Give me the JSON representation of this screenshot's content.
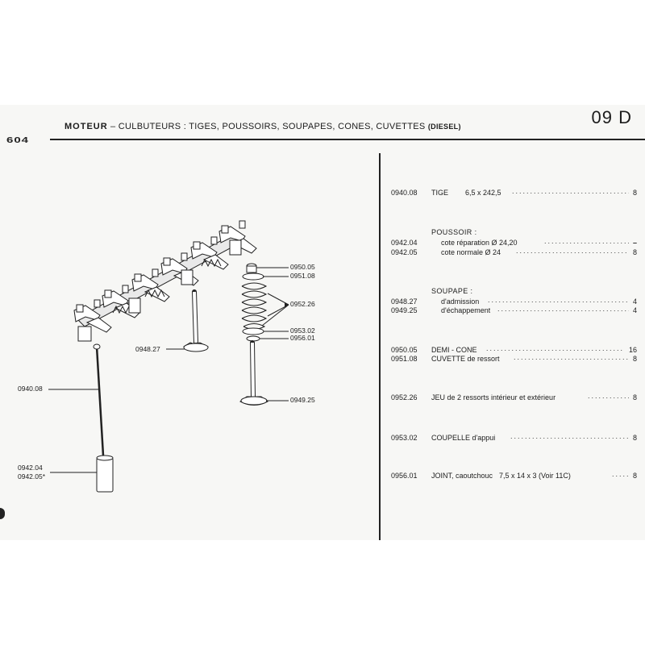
{
  "header": {
    "logo": "604",
    "title_main": "MOTEUR",
    "title_rest": " – CULBUTEURS : TIGES, POUSSOIRS,  SOUPAPES, CONES, CUVETTES ",
    "title_suffix": "(DIESEL)",
    "page_code": "09 D"
  },
  "parts": [
    {
      "ref": "0940.08",
      "desc": "TIGE",
      "spec": "6,5 x 242,5",
      "qty": "8"
    },
    {
      "heading": "POUSSOIR :"
    },
    {
      "ref": "0942.04",
      "desc": "cote réparation  Ø 24,20",
      "qty": "–"
    },
    {
      "ref": "0942.05",
      "desc": "cote normale  Ø 24",
      "qty": "8"
    },
    {
      "heading": "SOUPAPE :"
    },
    {
      "ref": "0948.27",
      "desc": "d'admission",
      "qty": "4"
    },
    {
      "ref": "0949.25",
      "desc": "d'échappement",
      "qty": "4"
    },
    {
      "ref": "0950.05",
      "desc": "DEMI - CONE",
      "qty": "16"
    },
    {
      "ref": "0951.08",
      "desc": "CUVETTE de ressort",
      "qty": "8"
    },
    {
      "ref": "0952.26",
      "desc": "JEU de 2 ressorts intérieur et extérieur",
      "qty": "8"
    },
    {
      "ref": "0953.02",
      "desc": "COUPELLE d'appui",
      "qty": "8"
    },
    {
      "ref": "0956.01",
      "desc": "JOINT, caoutchouc",
      "spec": "7,5 x 14 x 3 (Voir 11C)",
      "qty": "8"
    }
  ],
  "callouts": {
    "c0950_05": "0950.05",
    "c0951_08": "0951.08",
    "c0952_26": "0952.26",
    "c0953_02": "0953.02",
    "c0956_01": "0956.01",
    "c0948_27": "0948.27",
    "c0940_08": "0940.08",
    "c0949_25": "0949.25",
    "c0942_04": "0942.04",
    "c0942_05": "0942.05*"
  }
}
